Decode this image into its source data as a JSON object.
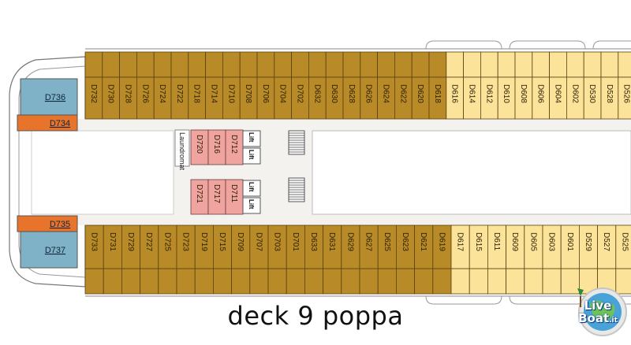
{
  "caption": "deck 9 poppa",
  "logo": {
    "line1": "Live",
    "line2": "Boat",
    "suffix": ".it"
  },
  "colors": {
    "standard": "#b88a28",
    "light": "#fce39a",
    "suite": "#7fb2c6",
    "special": "#e8742c",
    "interior": "#f0a4a0",
    "corridor": "#f4f2ef"
  },
  "suites": {
    "top_blue": "D736",
    "top_orange": "D734",
    "bottom_orange": "D735",
    "bottom_blue": "D737"
  },
  "top_row": {
    "dark": [
      "D732",
      "D730",
      "D728",
      "D726",
      "D724",
      "D722",
      "D718",
      "D714",
      "D710",
      "D708",
      "D706",
      "D704",
      "D702",
      "D632",
      "D630",
      "D628",
      "D626",
      "D624",
      "D622",
      "D620",
      "D618"
    ],
    "light": [
      "D616",
      "D614",
      "D612",
      "D610",
      "D608",
      "D606",
      "D604",
      "D602",
      "D530",
      "D528",
      "D526"
    ]
  },
  "bottom_row": {
    "dark": [
      "D733",
      "D731",
      "D729",
      "D727",
      "D725",
      "D723",
      "D719",
      "D715",
      "D709",
      "D707",
      "D703",
      "D701",
      "D633",
      "D631",
      "D629",
      "D627",
      "D625",
      "D623",
      "D621",
      "D619"
    ],
    "light": [
      "D617",
      "D615",
      "D611",
      "D609",
      "D605",
      "D603",
      "D601",
      "D529",
      "D527",
      "D525"
    ]
  },
  "interior": {
    "upper": [
      "D720",
      "D716",
      "D712"
    ],
    "lower": [
      "D721",
      "D717",
      "D711"
    ]
  },
  "labels": {
    "laundromat": "Laundromat",
    "lift": "Lift"
  }
}
